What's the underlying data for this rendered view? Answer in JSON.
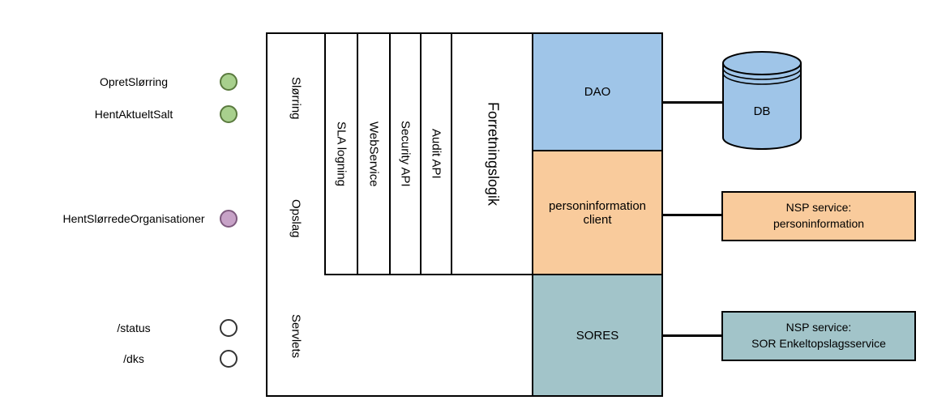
{
  "diagram": {
    "endpoints": [
      {
        "label": "OpretSlørring",
        "kind": "green-endpoint"
      },
      {
        "label": "HentAktueltSalt",
        "kind": "green-endpoint"
      },
      {
        "label": "HentSlørredeOrganisationer",
        "kind": "purple-endpoint"
      },
      {
        "label": "/status",
        "kind": "white-endpoint"
      },
      {
        "label": "/dks",
        "kind": "white-endpoint"
      }
    ],
    "lanes": [
      {
        "label": "Slørring"
      },
      {
        "label": "Opslag"
      },
      {
        "label": "Servlets"
      }
    ],
    "layers": [
      {
        "label": "SLA logning"
      },
      {
        "label": "WebService"
      },
      {
        "label": "Security API"
      },
      {
        "label": "Audit API"
      },
      {
        "label": "Forretningslogik"
      }
    ],
    "components": [
      {
        "label": "DAO",
        "color": "#9fc5e8"
      },
      {
        "label": "personinformation client",
        "color": "#f9cb9c"
      },
      {
        "label": "SORES",
        "color": "#a2c4c9"
      }
    ],
    "externals": {
      "db_label": "DB",
      "db_color": "#9fc5e8",
      "nsp_person_line1": "NSP service:",
      "nsp_person_line2": "personinformation",
      "nsp_person_color": "#f9cb9c",
      "nsp_sor_line1": "NSP service:",
      "nsp_sor_line2": "SOR Enkeltopslagsservice",
      "nsp_sor_color": "#a2c4c9"
    },
    "colors": {
      "green_endpoint": "#a8d08d",
      "purple_endpoint": "#c7a2c7",
      "white_endpoint": "#ffffff",
      "stroke": "#000000",
      "background": "#ffffff"
    }
  }
}
